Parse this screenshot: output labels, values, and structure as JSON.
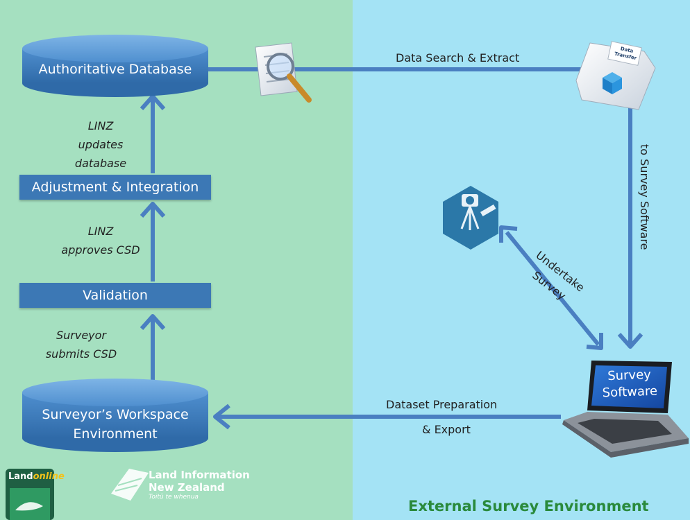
{
  "left_panel": {
    "authoritative_db": "Authoritative Database",
    "note_top": [
      "LINZ",
      "updates database"
    ],
    "adjustment_box": "Adjustment & Integration",
    "note_mid": [
      "LINZ",
      "approves CSD"
    ],
    "validation_box": "Validation",
    "note_bottom": [
      "Surveyor",
      "submits CSD"
    ],
    "workspace_db": [
      "Surveyor’s Workspace",
      "Environment"
    ]
  },
  "right_panel": {
    "search_label": "Data Search & Extract",
    "transfer_label": "to Survey Software",
    "undertake_label": [
      "Undertake",
      "Survey"
    ],
    "dataset_label": [
      "Dataset Preparation",
      "& Export"
    ],
    "laptop_screen": [
      "Survey",
      "Software"
    ],
    "data_transfer_box": [
      "Data",
      "Transfer"
    ],
    "footer_title": "External Survey Environment"
  },
  "branding": {
    "landonline_logo": [
      "Land",
      "online"
    ],
    "linz_logo": [
      "Land Information",
      "New Zealand",
      "Toitū te whenua"
    ]
  },
  "colors": {
    "left_bg": "#a5e0c0",
    "right_bg": "#a4e3f5",
    "arrow": "#4a7fc1",
    "box": "#3c78b5",
    "footer_green": "#2a8a3c"
  }
}
